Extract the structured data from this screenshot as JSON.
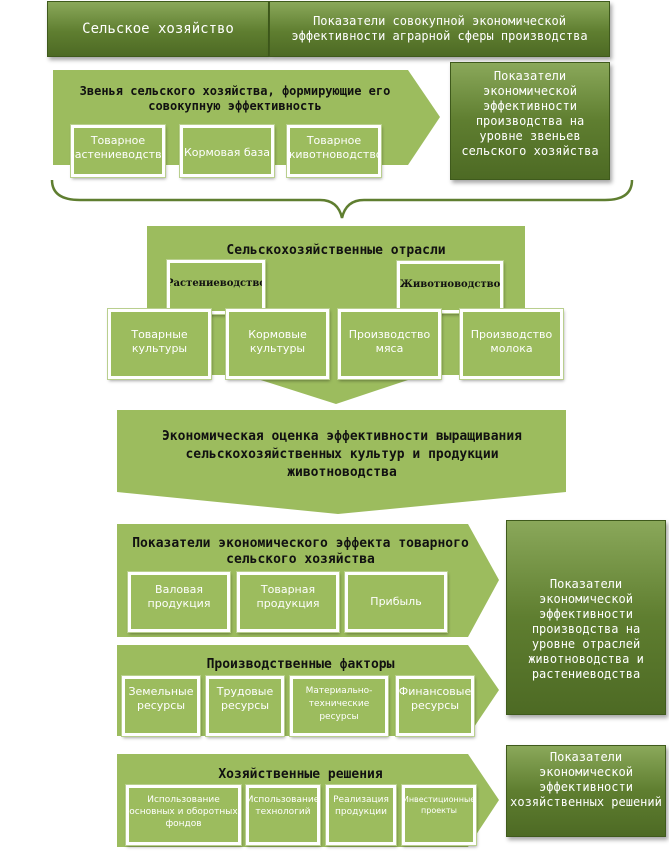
{
  "header": {
    "left": "Сельское хозяйство",
    "right": "Показатели совокупной экономической эффективности аграрной сферы производства"
  },
  "block1": {
    "title": "Звенья сельского хозяйства, формирующие его совокупную эффективность",
    "items": [
      "Товарное растениеводство",
      "Кормовая база",
      "Товарное животноводство"
    ],
    "side_box": "Показатели экономической эффективности производства на уровне звеньев сельского хозяйства"
  },
  "block2": {
    "title": "Сельскохозяйственные отрасли",
    "group_left": "Растениеводство",
    "group_right": "Животноводство",
    "items": [
      "Товарные культуры",
      "Кормовые культуры",
      "Производство мяса",
      "Производство молока"
    ]
  },
  "block3": {
    "title": "Экономическая оценка эффективности выращивания сельскохозяйственных культур и продукции животноводства"
  },
  "block4": {
    "title": "Показатели экономического эффекта товарного сельского хозяйства",
    "items": [
      "Валовая продукция",
      "Товарная продукция",
      "Прибыль"
    ]
  },
  "block5": {
    "title": "Производственные факторы",
    "items": [
      "Земельные ресурсы",
      "Трудовые ресурсы",
      "Материально-технические ресурсы",
      "Финансовые ресурсы"
    ]
  },
  "side_box_2": "Показатели экономической эффективности производства на уровне отраслей животноводства и растениеводства",
  "block6": {
    "title": "Хозяйственные решения",
    "items": [
      "Использование основных и оборотных фондов",
      "Использование технологий",
      "Реализация продукции",
      "Инвестиционные проекты"
    ]
  },
  "side_box_3": "Показатели экономической эффективности хозяйственных решений",
  "colors": {
    "arrow_green": "#9cbc5e",
    "dark_green": "#5f7e30"
  }
}
